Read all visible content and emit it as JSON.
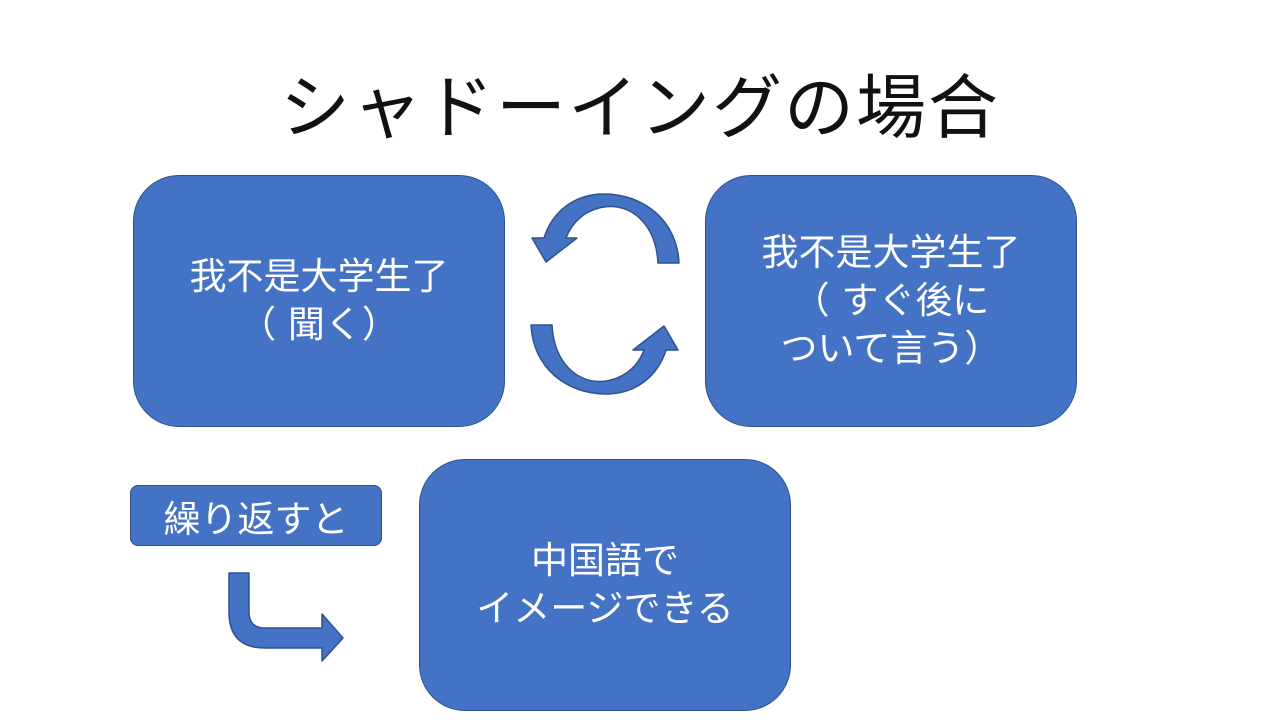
{
  "slide": {
    "title": "シャドーイングの場合",
    "box_listen": {
      "line1": "我不是大学生了",
      "line2": "（ 聞く）"
    },
    "box_shadow": {
      "line1": "我不是大学生了",
      "line2": "（ すぐ後に",
      "line3": "ついて言う）"
    },
    "repeat_label": "繰り返すと",
    "box_result": {
      "line1": "中国語で",
      "line2": "イメージできる"
    }
  },
  "colors": {
    "shape_fill": "#4472c4",
    "shape_border": "#2f528f",
    "text_on_shape": "#ffffff",
    "title_text": "#111111"
  },
  "icons": {
    "cycle_top": "circular-arrow-top-icon",
    "cycle_bottom": "circular-arrow-bottom-icon",
    "bent": "bent-arrow-icon"
  }
}
